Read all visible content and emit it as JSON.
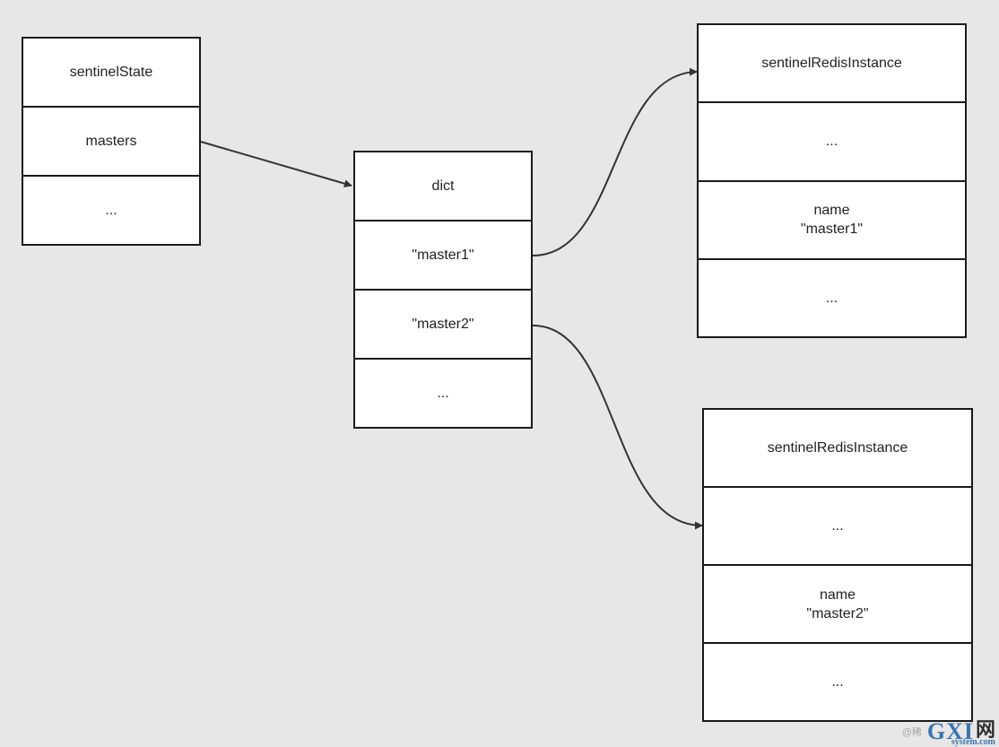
{
  "diagram": {
    "sentinel_state": {
      "title": "sentinelState",
      "masters": "masters",
      "ellipsis": "..."
    },
    "dict": {
      "title": "dict",
      "key1": "\"master1\"",
      "key2": "\"master2\"",
      "ellipsis": "..."
    },
    "instance_1": {
      "title": "sentinelRedisInstance",
      "ellipsis_top": "...",
      "name_label": "name",
      "name_value": "\"master1\"",
      "ellipsis_bottom": "..."
    },
    "instance_2": {
      "title": "sentinelRedisInstance",
      "ellipsis_top": "...",
      "name_label": "name",
      "name_value": "\"master2\"",
      "ellipsis_bottom": "..."
    },
    "edges": [
      {
        "from": "sentinelState.masters",
        "to": "dict"
      },
      {
        "from": "dict.\"master1\"",
        "to": "sentinelRedisInstance (master1)"
      },
      {
        "from": "dict.\"master2\"",
        "to": "sentinelRedisInstance (master2)"
      }
    ]
  },
  "watermark": {
    "prefix": "@稀",
    "logo_letters": "GXI",
    "logo_cn": "网",
    "site": "system.com"
  },
  "colors": {
    "background": "#e7e7e7",
    "box_fill": "#ffffff",
    "stroke": "#1a1a1a",
    "connector": "#333333",
    "watermark_blue": "#1f5fa8"
  }
}
